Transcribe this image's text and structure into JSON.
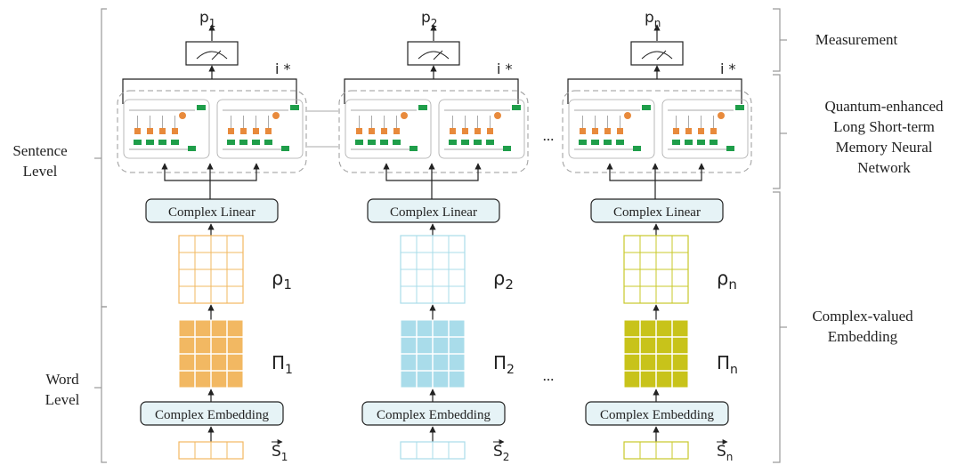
{
  "left_labels": {
    "sentence_level": [
      "Sentence",
      "Level"
    ],
    "word_level": [
      "Word",
      "Level"
    ]
  },
  "right_labels": {
    "measurement": [
      "Measurement"
    ],
    "qlstm": [
      "Quantum-enhanced",
      "Long Short-term",
      "Memory Neural",
      "Network"
    ],
    "embedding": [
      "Complex-valued",
      "Embedding"
    ]
  },
  "columns": [
    {
      "output": "p",
      "output_sub": "1",
      "conj": "i *",
      "linear_label": "Complex Linear",
      "rho": "ρ",
      "rho_sub": "1",
      "pi": "Π",
      "pi_sub": "1",
      "embed_label": "Complex Embedding",
      "s": "S",
      "s_sub": "1",
      "color": "#f2b862",
      "fill": "#f2b862"
    },
    {
      "output": "p",
      "output_sub": "2",
      "conj": "i *",
      "linear_label": "Complex Linear",
      "rho": "ρ",
      "rho_sub": "2",
      "pi": "Π",
      "pi_sub": "2",
      "embed_label": "Complex Embedding",
      "s": "S",
      "s_sub": "2",
      "color": "#a9dcea",
      "fill": "#a9dcea"
    },
    {
      "output": "p",
      "output_sub": "n",
      "conj": "i *",
      "linear_label": "Complex Linear",
      "rho": "ρ",
      "rho_sub": "n",
      "pi": "Π",
      "pi_sub": "n",
      "embed_label": "Complex Embedding",
      "s": "S",
      "s_sub": "n",
      "color": "#c9c92a",
      "fill": "#c8c31a"
    }
  ],
  "ellipsis": "...",
  "colors": {
    "box_fill": "#e6f3f6",
    "gate_orange": "#e88a3c",
    "gate_green": "#1f9e4a",
    "lstm_outline": "#a8a8a8",
    "line": "#222222",
    "bracket": "#9a9a9a"
  }
}
